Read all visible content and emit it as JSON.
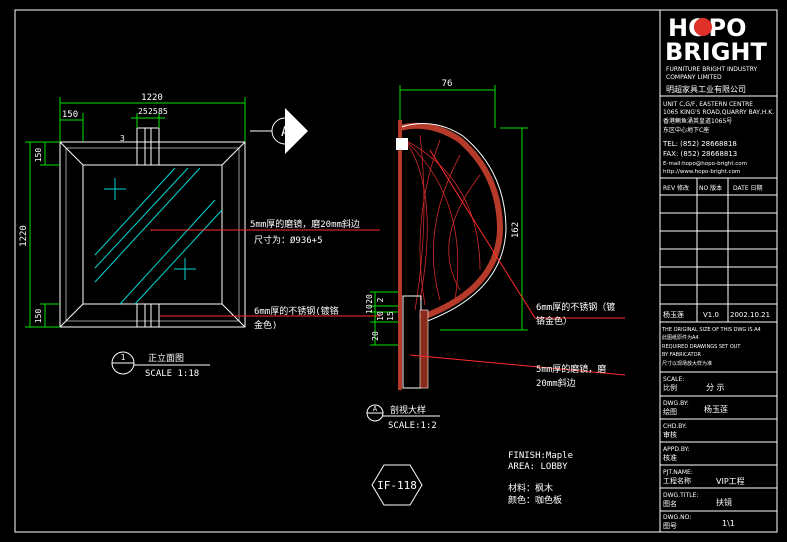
{
  "colors": {
    "background": "#000000",
    "line": "#ffffff",
    "leader": "#ff2a2a",
    "dim": "#00e000",
    "accent": "#e0302a",
    "frame": "#ffffff"
  },
  "front_view": {
    "dims": {
      "overall_width": "1220",
      "offset_150": "150",
      "small_a": "25",
      "small_b": "25",
      "small_c": "85",
      "overall_height": "1220",
      "top_150": "150",
      "bottom_150": "150",
      "small_3": "3"
    },
    "section_marker": "A",
    "caption_number": "1",
    "caption_title": "正立面图",
    "caption_scale": "SCALE 1:18"
  },
  "notes": {
    "glass_line1": "5mm厚的磨镜，磨20mm斜边",
    "glass_line2": "尺寸为：Ø936+5",
    "steel_line1": "6mm厚的不锈钢(镀铬",
    "steel_line2": "金色)",
    "steel2_line1": "6mm厚的不锈钢（镀",
    "steel2_line2": "铬金色）",
    "glass2_line1": "5mm厚的磨镜，磨",
    "glass2_line2": "20mm斜边"
  },
  "section_view": {
    "dims": {
      "top_width": "76",
      "height": "162",
      "d_20": "20",
      "d_10": "10",
      "d_10b": "10",
      "d_15": "15",
      "d_2": "2",
      "d_20b": "20"
    },
    "caption_number": "A",
    "caption_title": "剖视大样",
    "caption_scale": "SCALE:1:2"
  },
  "code_tag": "IF-118",
  "finish": {
    "finish_line": "FINISH:Maple",
    "area_line": "AREA:  LOBBY",
    "material_line": "材料：枫木",
    "color_line": "颜色：咖色板"
  },
  "title_block": {
    "logo_top": "HOPO",
    "logo_bottom": "BRIGHT",
    "company_en1": "FURNITURE BRIGHT INDUSTRY",
    "company_en2": "COMPANY LIMITED",
    "company_cn": "明超家具工业有限公司",
    "addr1": "UNIT C,G/F, EASTERN CENTRE",
    "addr2": "1065 KING'S ROAD,QUARRY BAY,H.K.",
    "addr3": "香港鲗鱼涌英皇道1065号",
    "addr4": "东区中心地下C座",
    "tel": "TEL: (852) 28668818",
    "fax": "FAX: (852) 28668813",
    "email": "E-mail:hopo@hopo-bright.com",
    "web": "http://www.hopo-bright.com",
    "rev_label": "REV 修改",
    "no_label": "NO 版本",
    "date_label": "DATE 日期",
    "designer": "杨玉莲",
    "version": "V1.0",
    "date": "2002.10.21",
    "note1": "THE ORIGINAL SIZE OF THIS DWG IS A4",
    "note2": "此图纸原件为A4",
    "note3": "REQUIRED DRAWINGS SET OUT",
    "note4": "BY FABRICATOR",
    "note5": "尺寸以现场放大样为准",
    "scale_label": "SCALE:",
    "scale_cn": "比例",
    "scale_value": "分  示",
    "drawn_label": "DWG.BY:",
    "drawn_cn": "绘图",
    "drawn_value": "杨玉莲",
    "chk_label": "CHD.BY:",
    "chk_cn": "审核",
    "appr_label": "APPD.BY:",
    "appr_cn": "核准",
    "pjt_label": "PJT.NAME:",
    "pjt_cn": "工程名称",
    "pjt_value": "VIP工程",
    "title_label": "DWG.TITLE:",
    "title_cn": "图名",
    "title_value": "扶镜",
    "no_label2": "DWG.NO:",
    "no_cn": "图号",
    "no_value": "1\\1"
  }
}
